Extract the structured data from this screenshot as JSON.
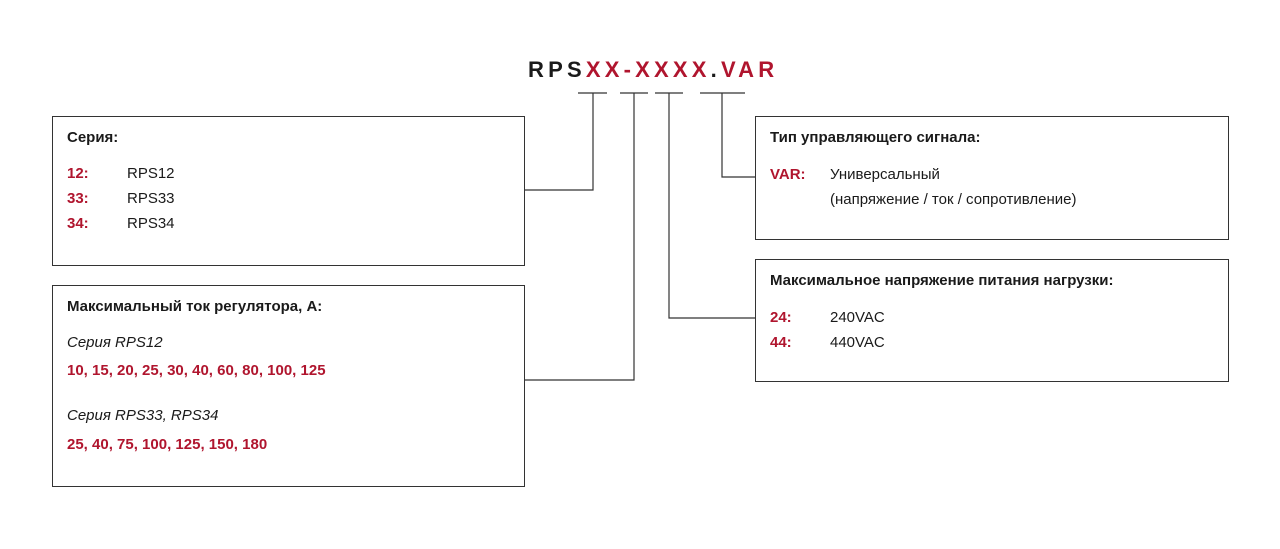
{
  "code": {
    "prefix": "RPS",
    "p1": "XX",
    "dash": "-",
    "p2": "XX",
    "p3": "XX",
    "dot": ".",
    "p4": "VAR"
  },
  "series_box": {
    "title": "Серия:",
    "items": [
      {
        "key": "12:",
        "value": "RPS12"
      },
      {
        "key": "33:",
        "value": "RPS33"
      },
      {
        "key": "34:",
        "value": "RPS34"
      }
    ]
  },
  "current_box": {
    "title": "Максимальный ток регулятора, А:",
    "groups": [
      {
        "label": "Серия RPS12",
        "values": "10, 15, 20, 25, 30, 40, 60, 80, 100, 125"
      },
      {
        "label": "Серия RPS33, RPS34",
        "values": "25, 40, 75, 100, 125, 150, 180"
      }
    ]
  },
  "signal_box": {
    "title": "Тип управляющего сигнала:",
    "key": "VAR:",
    "value_line1": "Универсальный",
    "value_line2": "(напряжение / ток / сопротивление)"
  },
  "voltage_box": {
    "title": "Максимальное напряжение питания нагрузки:",
    "items": [
      {
        "key": "24:",
        "value": "240VAC"
      },
      {
        "key": "44:",
        "value": "440VAC"
      }
    ]
  },
  "colors": {
    "accent": "#b0152e",
    "text": "#1a1a1a",
    "border": "#333333"
  }
}
